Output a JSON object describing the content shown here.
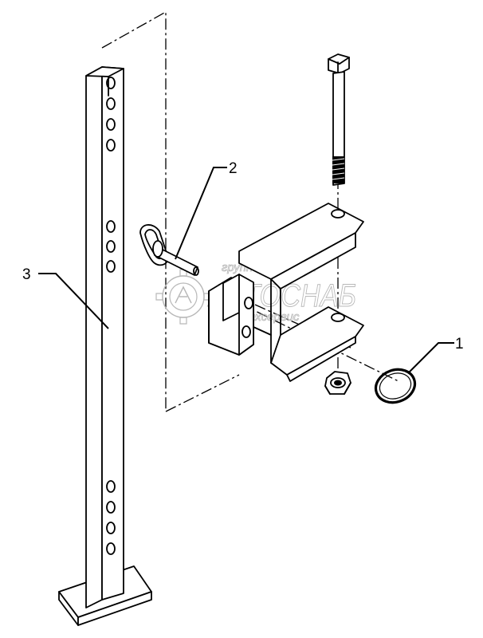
{
  "callouts": [
    {
      "id": "1",
      "label": "1"
    },
    {
      "id": "2",
      "label": "2"
    },
    {
      "id": "3",
      "label": "3"
    }
  ],
  "watermark": {
    "line1": "группа компаний",
    "line2": "АВТОСНАБ",
    "line3": "техсервис"
  },
  "colors": {
    "line": "#000000",
    "background": "#ffffff",
    "watermark": "#b8b8b8"
  }
}
